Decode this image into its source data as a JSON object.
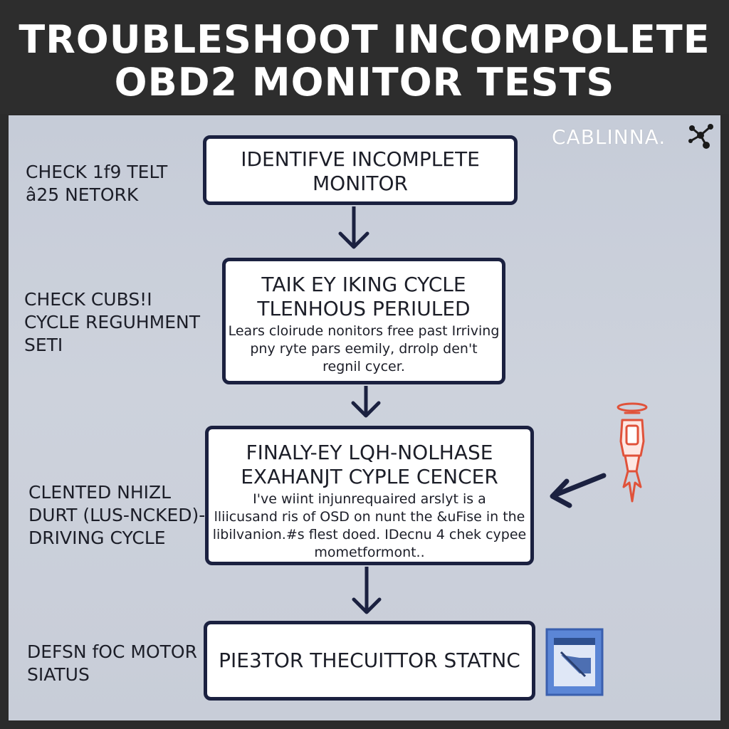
{
  "title": {
    "line1": "TROUBLESHOOT INCOMPOLETE",
    "line2": "OBD2 MONITOR TESTS"
  },
  "brand": {
    "text": "CABLINNA."
  },
  "steps": [
    {
      "title": "IDENTIFVE INCOMPLETE\nMONITOR",
      "side_label": "CHECK 1f9 TELT\nâ25 NETORK"
    },
    {
      "title": "TAIK EY IKING CYCLE\nTLENHOUS PERIULED",
      "description": "Lears cloirude nonitors free past Irriving\npny ryte pars eemily, drrolp den't\nregnil cycer.",
      "side_label": "CHECK CUBS!I\nCYCLE REGUHMENT\nSETI"
    },
    {
      "title": "FINALY-EY LQH-NOLHASE\nEXAHANJT CYPLE CENCER",
      "description": "I've wiint injunrequaired arslyt is a\nlliicusand ris of OSD on nunt the &uFise in the\nlibilvanion.#s flest doed. IDecnu 4 chek cypee\nmometformont..",
      "side_label": "CLENTED NHIZL\nDURT (LUS-NCKED)-\nDRIVING CYCLE"
    },
    {
      "title": "PIE3TOR THECUITTOR STATNC",
      "side_label": "DEFSN fOC MOTOR\nSIATUS"
    }
  ],
  "icons": {
    "brand_icon": "molecule-icon",
    "sensor_icon": "oxygen-sensor-icon",
    "document_icon": "document-icon",
    "arrow_icon": "arrow-down-icon"
  },
  "colors": {
    "box_border": "#1b2140",
    "background": "#c9ced9",
    "title_bar": "#2d2d2d",
    "sensor": "#e0523a",
    "doc_icon": "#4a78d0"
  }
}
